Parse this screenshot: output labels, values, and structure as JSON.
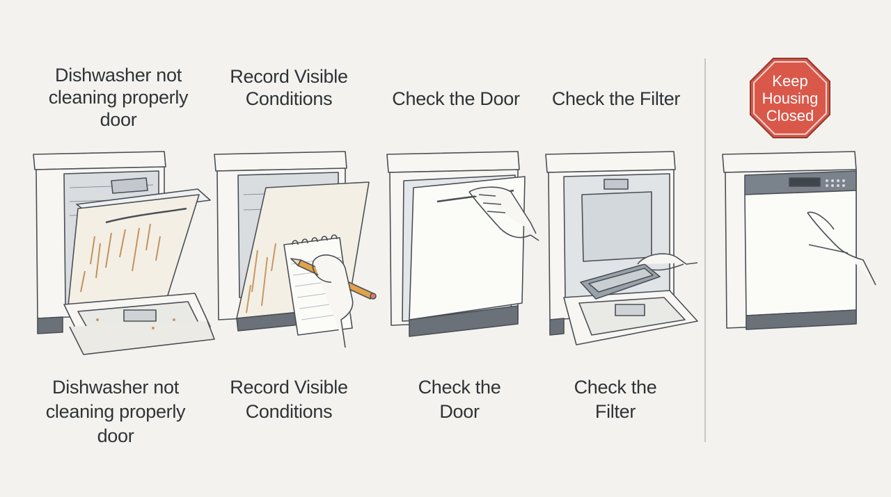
{
  "steps": [
    {
      "top_label": [
        "Dishwasher not",
        "cleaning properly",
        "door"
      ],
      "bottom_label": [
        "Dishwasher not",
        "cleaning properly",
        "door"
      ]
    },
    {
      "top_label": [
        "Record Visible",
        "Conditions"
      ],
      "bottom_label": [
        "Record Visible",
        "Conditions"
      ]
    },
    {
      "top_label": [
        "Check the Door"
      ],
      "bottom_label": [
        "Check the",
        "Door"
      ]
    },
    {
      "top_label": [
        "Check the Filter"
      ],
      "bottom_label": [
        "Check the",
        "Filter"
      ]
    }
  ],
  "warning": {
    "sign_text": [
      "Keep",
      "Housing",
      "Closed"
    ],
    "sign_color": "#d9584a"
  },
  "icons": [
    "dishwasher-open-stained",
    "notepad-pencil",
    "hand-on-door",
    "filter-removal",
    "hand-on-closed-door",
    "stop-sign"
  ],
  "colors": {
    "background": "#f3f2ee",
    "appliance_body": "#f7f6f2",
    "appliance_outline": "#4a4f55",
    "kick_plate": "#6b7178",
    "stain": "#b5793c",
    "control_panel": "#7a838c"
  }
}
